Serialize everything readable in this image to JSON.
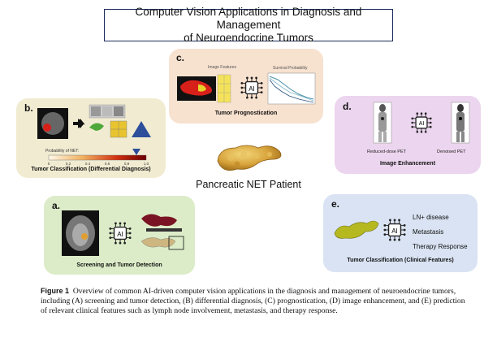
{
  "title": {
    "line1": "Computer Vision Applications in Diagnosis and Management",
    "line2": "of Neuroendocrine Tumors"
  },
  "center": {
    "label": "Pancreatic NET Patient",
    "icon": "pancreas-icon"
  },
  "ai_label": "AI",
  "panels": {
    "c": {
      "letter": "c.",
      "label": "Tumor Prognostication",
      "image_features": "Image Features",
      "survival_probability": "Survival Probability"
    },
    "b": {
      "letter": "b.",
      "label": "Tumor Classification (Differential Diagnosis)",
      "probability_label": "Probability of NET:",
      "ticks": [
        "0",
        "0.2",
        "0.4",
        "0.6",
        "0.8",
        "1.0"
      ],
      "indicator_value": 0.9
    },
    "d": {
      "letter": "d.",
      "label": "Image Enhancement",
      "reduced": "Reduced-dose PET",
      "denoised": "Denoised PET"
    },
    "a": {
      "letter": "a.",
      "label": "Screening and Tumor Detection"
    },
    "e": {
      "letter": "e.",
      "label": "Tumor Classification (Clinical Features)",
      "features": [
        "LN+ disease",
        "Metastasis",
        "Therapy Response"
      ]
    }
  },
  "caption": {
    "figure_label": "Figure 1",
    "text": "Overview of common AI-driven computer vision applications in the diagnosis and management of neuroendocrine tumors, including (A) screening and tumor detection, (B) differential diagnosis, (C) prognostication, (D) image enhancement, and (E) prediction of relevant clinical features such as lymph node involvement, metastasis, and therapy response."
  },
  "colors": {
    "panel_c": "#f7e1cf",
    "panel_b": "#f1ecd1",
    "panel_d": "#ecd5ee",
    "panel_a": "#dcecc8",
    "panel_e": "#d9e3f3",
    "title_border": "#1c2c5a"
  }
}
